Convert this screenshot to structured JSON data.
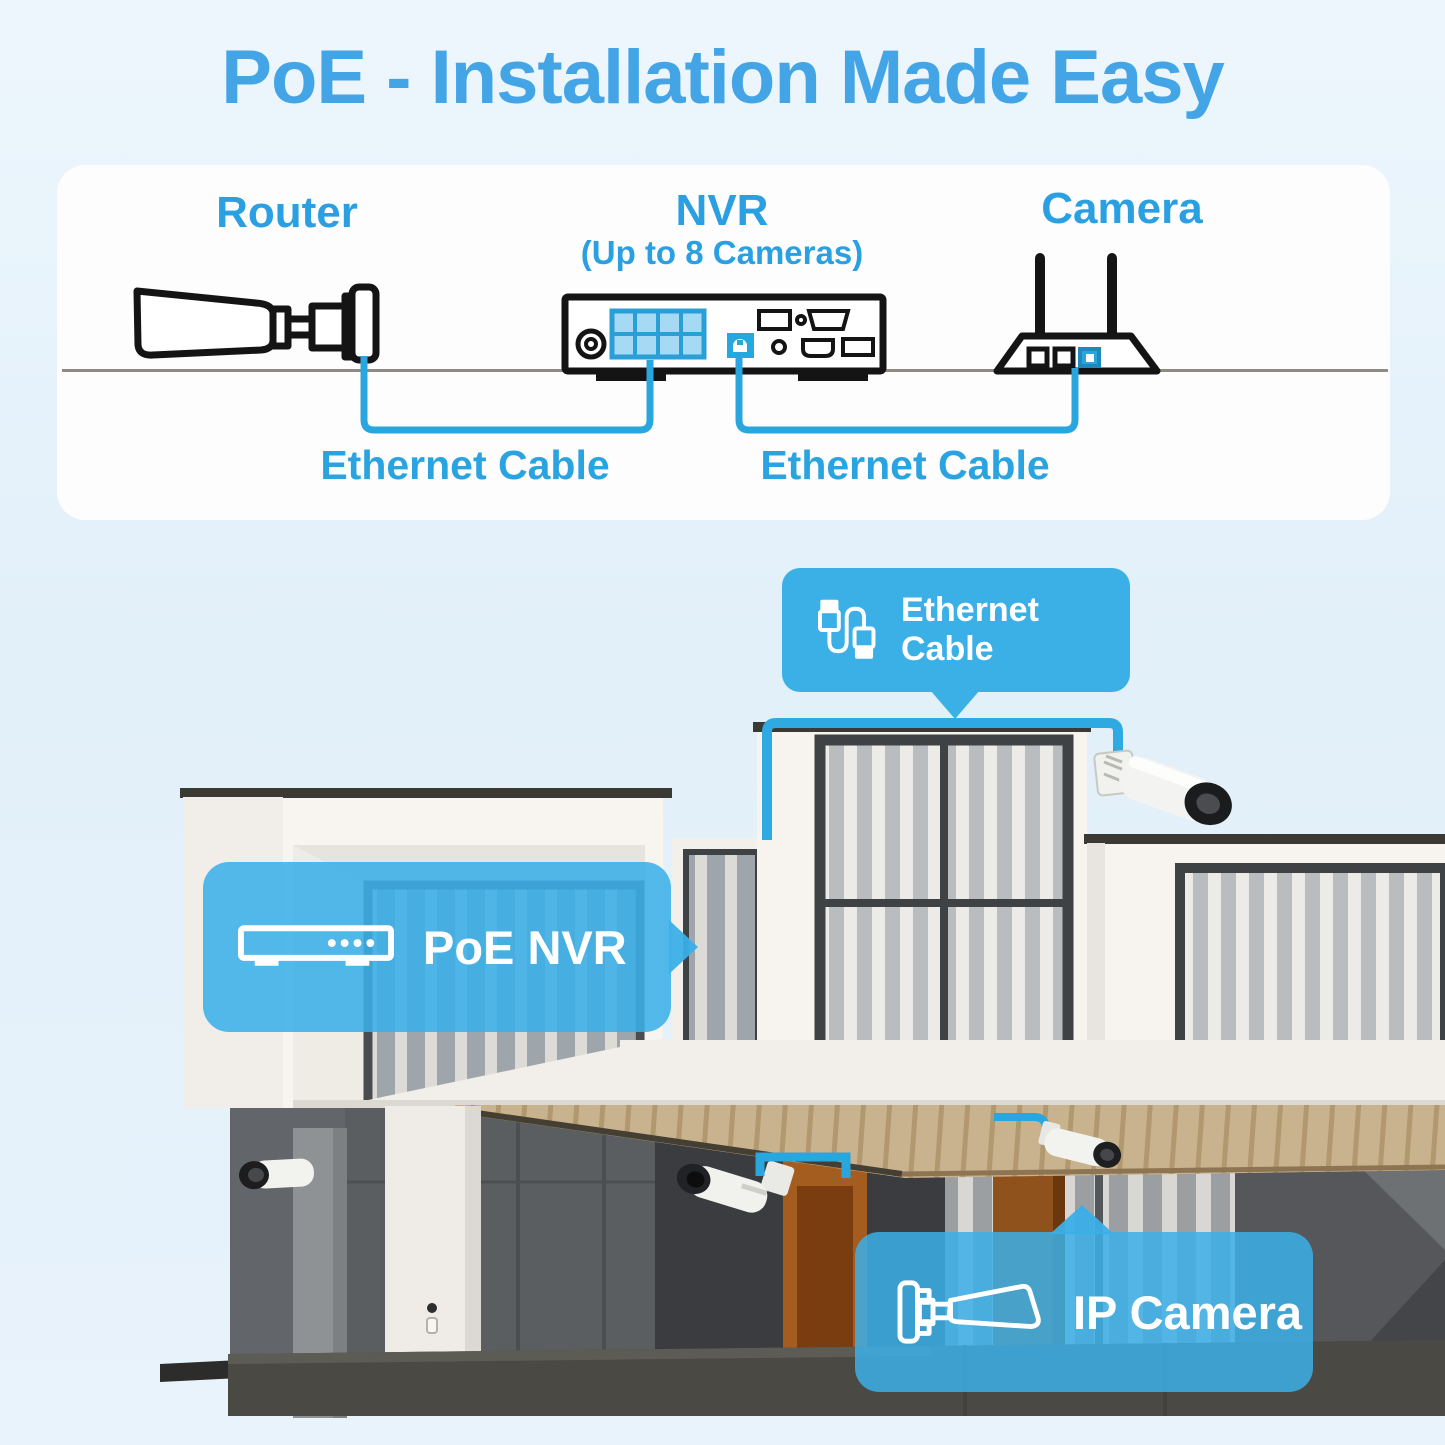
{
  "title": "PoE - Installation Made Easy",
  "colors": {
    "title_blue": "#44a5e6",
    "label_blue": "#2aa0e2",
    "cable_blue": "#2aa6df",
    "badge_blue": "#3bb0e6",
    "nvr_grid_blue": "#a6d9f3",
    "panel_white": "#fdfdfe",
    "background_blue": "#e6f2fa"
  },
  "diagram": {
    "devices": [
      {
        "label": "Router",
        "icon": "bullet-camera-icon"
      },
      {
        "label": "NVR",
        "sublabel": "(Up to 8 Cameras)",
        "icon": "nvr-front-panel-icon"
      },
      {
        "label": "Camera",
        "icon": "wifi-router-icon"
      }
    ],
    "cable_labels": [
      "Ethernet Cable",
      "Ethernet Cable"
    ]
  },
  "callouts": {
    "ethernet_cable": {
      "label": "Ethernet Cable",
      "icon": "ethernet-cable-icon"
    },
    "poe_nvr": {
      "label": "PoE NVR",
      "icon": "nvr-outline-icon"
    },
    "ip_camera": {
      "label": "IP Camera",
      "icon": "bullet-camera-outline-icon"
    }
  }
}
